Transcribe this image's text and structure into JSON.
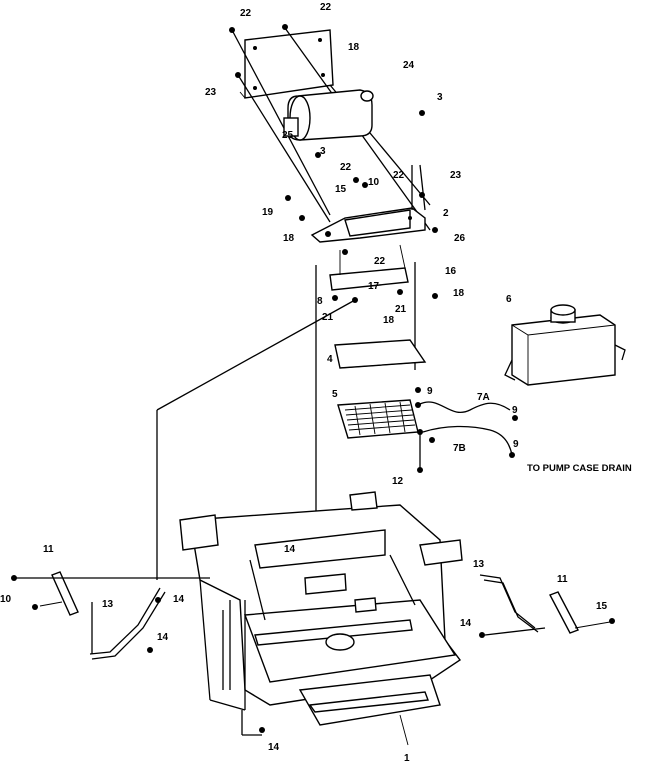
{
  "diagram": {
    "note": "TO PUMP CASE DRAIN",
    "callouts": [
      "22",
      "22",
      "18",
      "23",
      "24",
      "3",
      "25",
      "3",
      "22",
      "10",
      "23",
      "15",
      "2",
      "19",
      "18",
      "22",
      "26",
      "16",
      "17",
      "18",
      "21",
      "21",
      "18",
      "8",
      "6",
      "4",
      "5",
      "9",
      "7A",
      "9",
      "7B",
      "9",
      "12",
      "11",
      "10",
      "13",
      "14",
      "14",
      "14",
      "13",
      "11",
      "15",
      "14",
      "14",
      "1"
    ]
  }
}
